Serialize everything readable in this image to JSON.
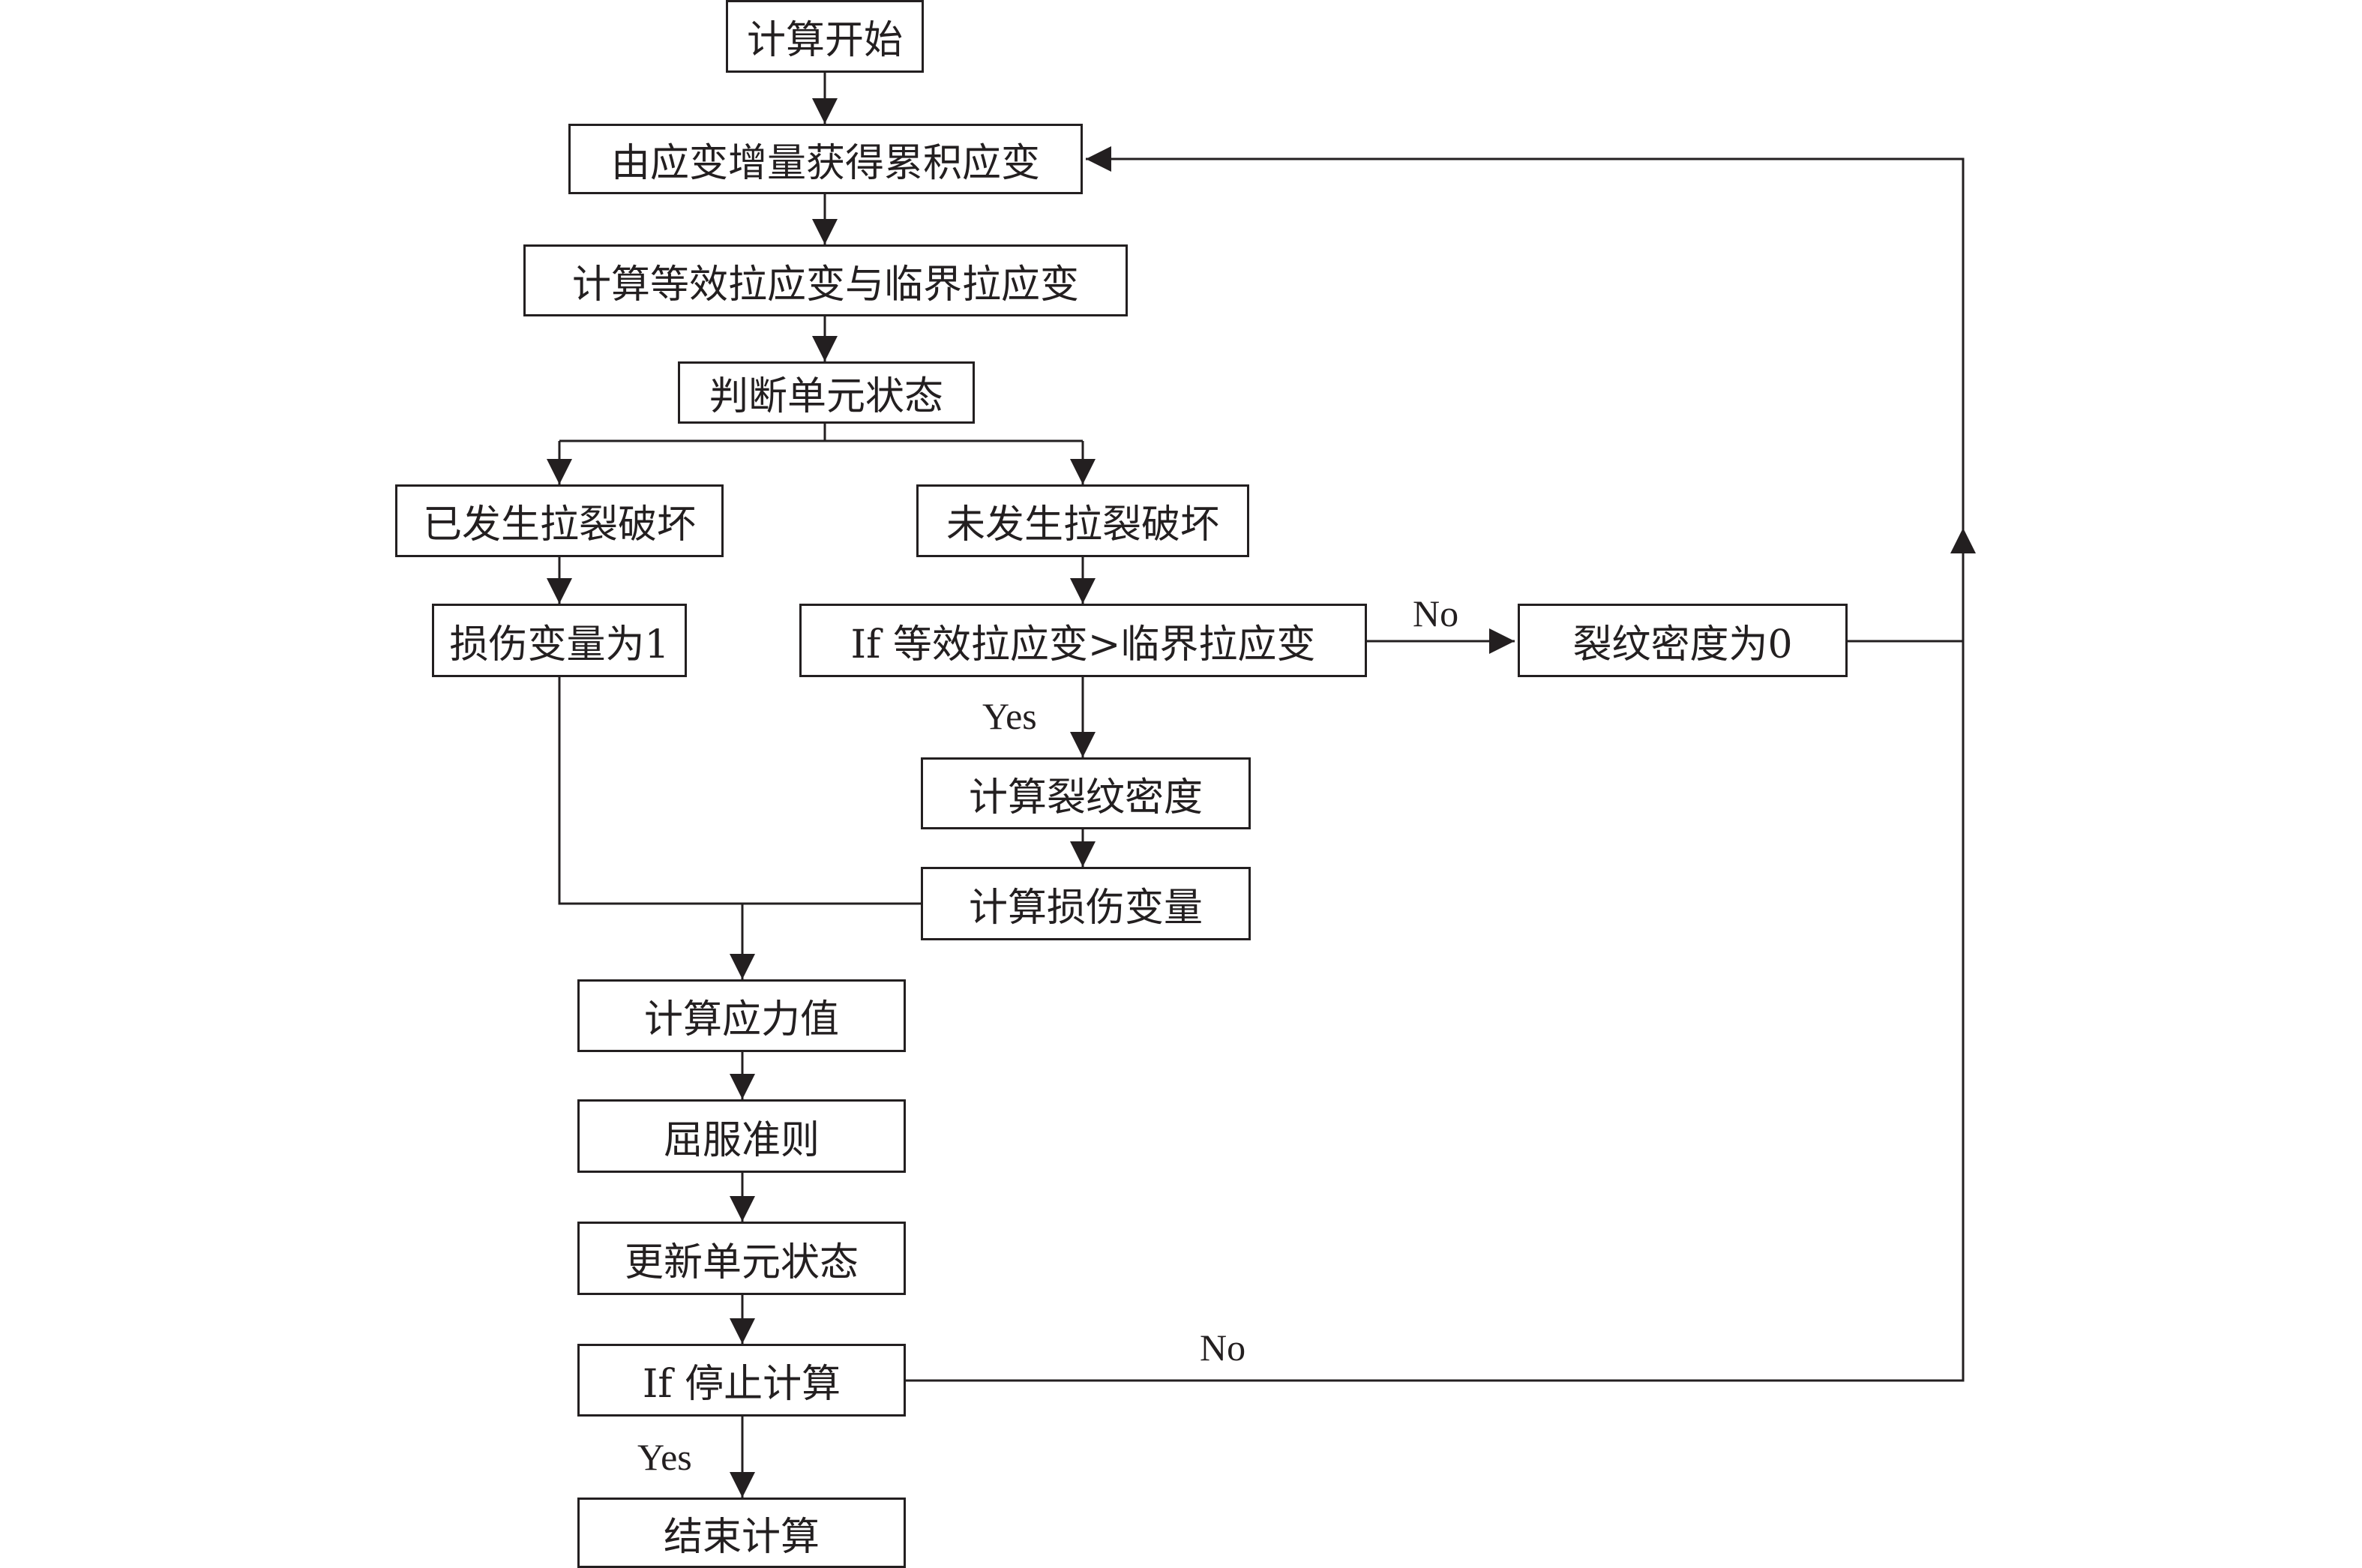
{
  "nodes": {
    "start": "计算开始",
    "cumulative_strain": "由应变增量获得累积应变",
    "calc_equiv_critical": "计算等效拉应变与临界拉应变",
    "judge_state": "判断单元状态",
    "cracked": "已发生拉裂破坏",
    "not_cracked": "未发生拉裂破坏",
    "damage_one": "损伤变量为1",
    "if_equiv_gt_critical": "If  等效拉应变>临界拉应变",
    "crack_density_zero": "裂纹密度为0",
    "calc_crack_density": "计算裂纹密度",
    "calc_damage": "计算损伤变量",
    "calc_stress": "计算应力值",
    "yield_criterion": "屈服准则",
    "update_state": "更新单元状态",
    "if_stop": "If  停止计算",
    "end": "结束计算"
  },
  "labels": {
    "no_strain": "No",
    "yes_strain": "Yes",
    "no_stop": "No",
    "yes_stop": "Yes"
  },
  "colors": {
    "stroke": "#231f20",
    "background": "#ffffff"
  }
}
